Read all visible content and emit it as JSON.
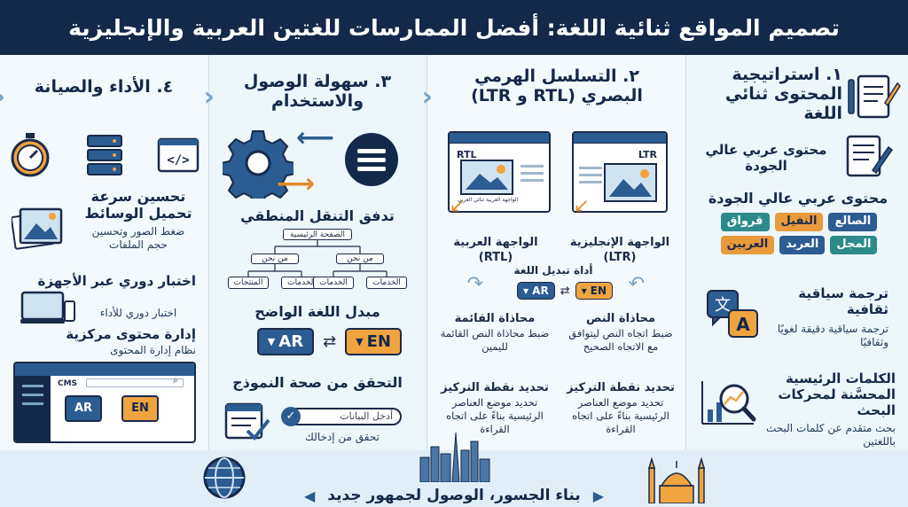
{
  "title": "تصميم المواقع ثنائية اللغة: أفضل الممارسات للغتين العربية والإنجليزية",
  "col1": {
    "heading": "١. استراتيجية المحتوى ثنائي اللغة",
    "quality_title": "محتوى عربي عالي الجودة",
    "quality_heading": "محتوى عربي عالي الجودة",
    "chips": [
      "الصالع",
      "النفيل",
      "قرواق",
      "المجل",
      "العربد",
      "العربين"
    ],
    "translation_title": "ترجمة سياقية ثقافية",
    "translation_text": "ترجمة سياقية دقيقة لغويًا وثقافيًا",
    "translation_icon_letters": [
      "文",
      "A"
    ],
    "keywords_title": "الكلمات الرئيسية المحسَّنة لمحركات البحث",
    "keywords_text": "بحث متقدم عن كلمات البحث باللغتين"
  },
  "col2": {
    "heading": "٢. التسلسل الهرمي البصري (RTL و LTR)",
    "rtl_label": "RTL",
    "ltr_label": "LTR",
    "rtl_mock_text": "الواجهة العربية ثنائي العربي",
    "arabic_ui_label": "الواجهة العربية (RTL)",
    "english_ui_label": "الواجهة الإنجليزية (LTR)",
    "switch_label": "أداة تبديل اللغة",
    "ar_button": "AR",
    "en_button": "EN",
    "list_align_title": "محاذاة القائمة",
    "list_align_text": "ضبط محاذاة النص القائمة لليمين",
    "text_align_title": "محاذاة النص",
    "text_align_text": "ضبط اتجاه النص ليتوافق مع الاتجاه الصحيح",
    "focus_right_title": "تحديد نقطة التركيز",
    "focus_right_text": "تحديد موضع العناصر الرئيسية بناءً على اتجاه القراءة",
    "focus_left_title": "تحديد نقطة التركيز",
    "focus_left_text": "تحديد موضع العناصر الرئيسية بناءً على اتجاه القراءة"
  },
  "col3": {
    "heading": "٣. سهولة الوصول والاستخدام",
    "nav_title": "تدفق التنقل المنطقي",
    "tree_root": "الصفحة الرئيسية",
    "tree_mid": [
      "من نحن",
      "من نحن"
    ],
    "tree_leaves": [
      "المنتجات",
      "الخدمات",
      "الخدمات",
      "الخدمات"
    ],
    "switcher_title": "مبدل اللغة الواضح",
    "ar_button": "AR",
    "en_button": "EN",
    "form_title": "التحقق من صحة النموذج",
    "form_placeholder": "أدخل البيانات",
    "form_check": "تحقق من إدخالك"
  },
  "col4": {
    "heading": "٤. الأداء والصيانة",
    "media_title": "تحسين سرعة تحميل الوسائط",
    "media_text": "ضغط الصور وتحسين حجم الملفات",
    "devices_title": "اختبار دوري عبر الأجهزة",
    "devices_text": "اختبار دوري للأداء",
    "cms_title": "إدارة محتوى مركزية",
    "cms_text": "نظام إدارة المحتوى",
    "cms_label": "CMS",
    "cms_ar": "AR",
    "cms_en": "EN"
  },
  "footer": {
    "slogan": "بناء الجسور، الوصول لجمهور جديد"
  },
  "colors": {
    "navy": "#14284b",
    "blue": "#2b5c92",
    "orange": "#f0a43f",
    "teal": "#2d8a8a",
    "bg": "#eaf4fa"
  }
}
